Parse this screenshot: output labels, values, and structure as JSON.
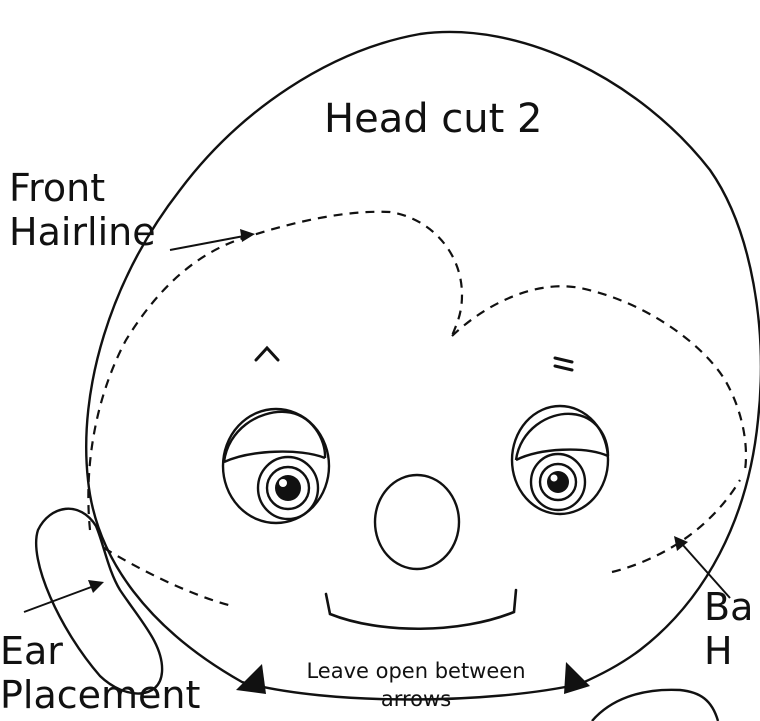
{
  "pattern": {
    "title": "Head  cut 2",
    "labels": {
      "front_hairline": [
        "Front",
        "Hairline"
      ],
      "ear_placement": [
        "Ear",
        "Placement"
      ],
      "back_hairline": [
        "Ba",
        "H"
      ],
      "leave_open": "Leave open between arrows"
    },
    "line_color": "#111111",
    "background_color": "#ffffff"
  }
}
